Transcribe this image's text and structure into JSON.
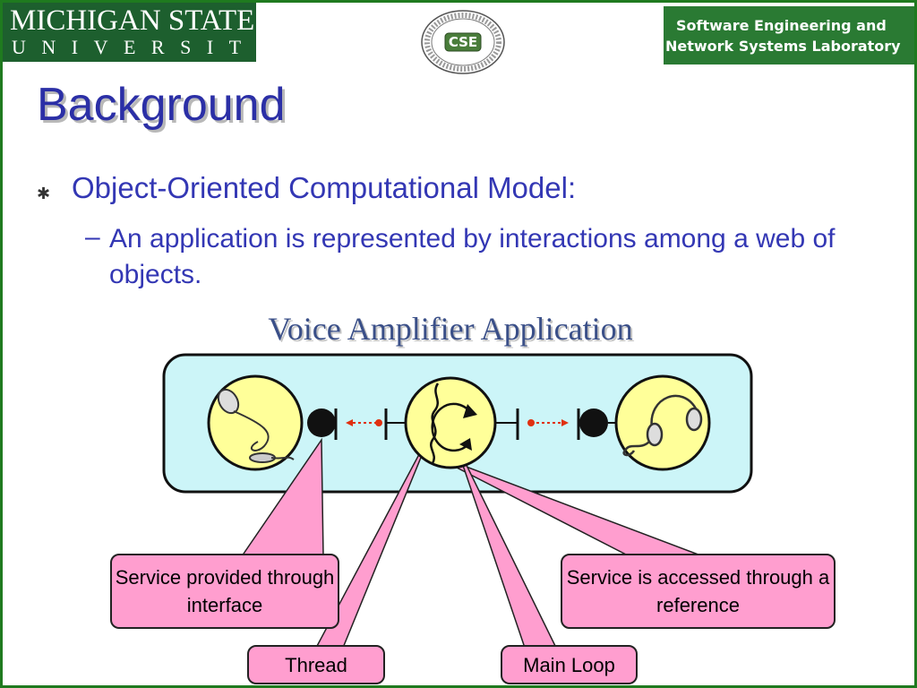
{
  "header": {
    "msu_line1": "MICHIGAN STATE",
    "msu_line2": "UNIVERSITY",
    "cse_seal_text": "CSE",
    "lab_line1": "Software Engineering and",
    "lab_line2": "Network Systems Laboratory"
  },
  "title": "Background",
  "bullet": "Object-Oriented Computational Model:",
  "sub_dash": "–",
  "sub_bullet": "An application is represented by interactions among a web of objects.",
  "diagram": {
    "title": "Voice Amplifier Application",
    "icons": [
      "microphone-icon",
      "thread-loop-icon",
      "headphones-icon"
    ]
  },
  "callouts": {
    "interface": "Service provided through interface",
    "reference": "Service is accessed through a reference",
    "thread": "Thread",
    "main_loop": "Main Loop"
  },
  "colors": {
    "title": "#2b2fa6",
    "body_text": "#3337b4",
    "msu_green": "#1d5f2e",
    "lab_green": "#2a7a33",
    "panel_fill": "#ccf5f8",
    "object_fill": "#ffff99",
    "callout_fill": "#ff9ecf",
    "arrow": "#e03010",
    "border": "#1f7a1f"
  }
}
